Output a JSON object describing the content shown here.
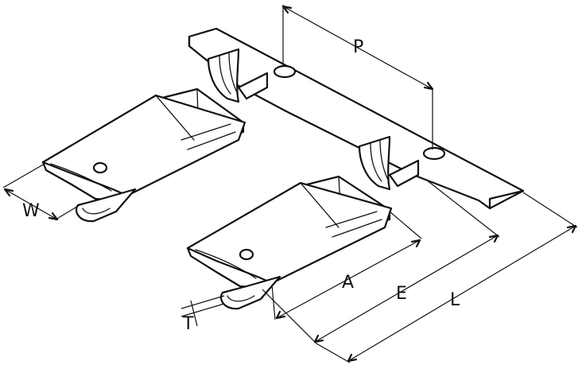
{
  "diagram": {
    "dimension_labels": {
      "pitch": "P",
      "width": "W",
      "thickness": "T",
      "length_a": "A",
      "length_e": "E",
      "length_l": "L"
    },
    "colors": {
      "ink": "#111111",
      "paper": "#ffffff"
    }
  }
}
